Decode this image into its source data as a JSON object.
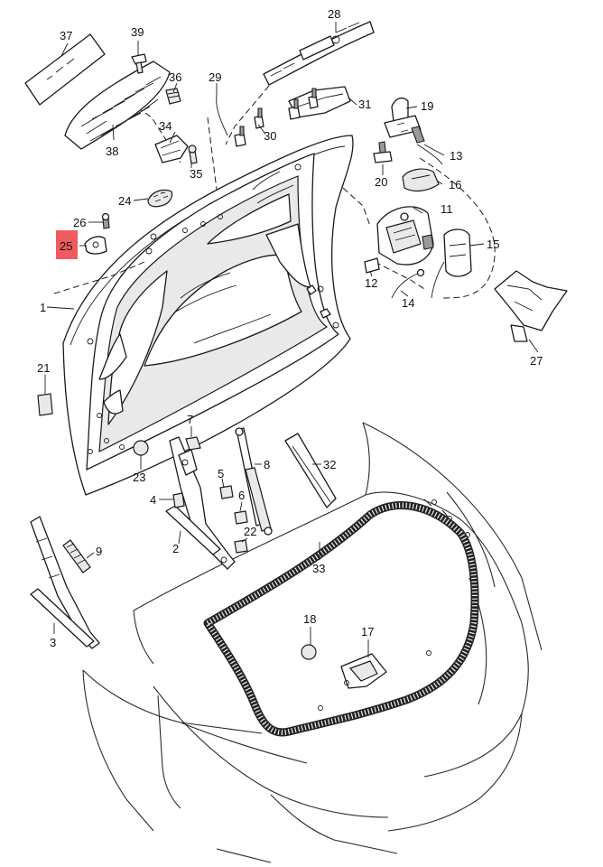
{
  "highlight_color": "#f05b60",
  "callouts": [
    "37",
    "39",
    "28",
    "36",
    "29",
    "31",
    "19",
    "34",
    "38",
    "30",
    "13",
    "35",
    "20",
    "16",
    "24",
    "11",
    "26",
    "25",
    "15",
    "12",
    "14",
    "1",
    "21",
    "27",
    "7",
    "23",
    "8",
    "32",
    "5",
    "4",
    "6",
    "22",
    "2",
    "9",
    "33",
    "18",
    "17",
    "3"
  ],
  "highlighted_callout": "25"
}
